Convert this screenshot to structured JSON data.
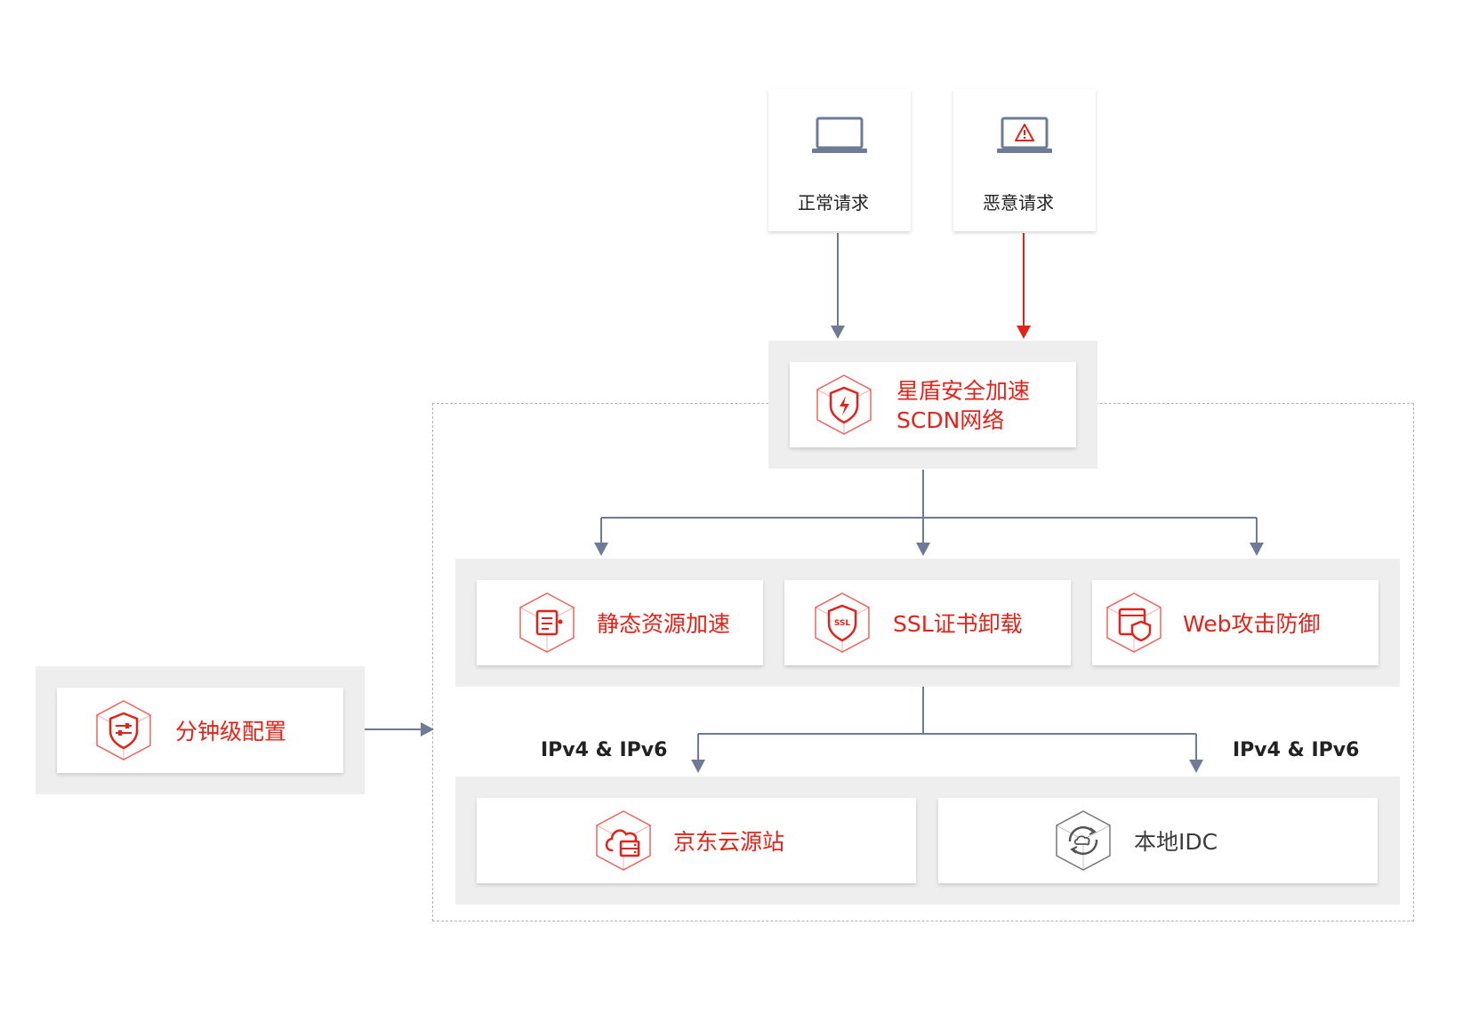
{
  "requests": {
    "normal": {
      "label": "正常请求",
      "icon": "laptop-icon"
    },
    "malicious": {
      "label": "恶意请求",
      "icon": "laptop-warning-icon"
    }
  },
  "scdn": {
    "line1": "星盾安全加速",
    "line2": "SCDN网络",
    "icon": "shield-bolt-icon"
  },
  "features": [
    {
      "label": "静态资源加速",
      "icon": "static-resource-icon"
    },
    {
      "label": "SSL证书卸载",
      "icon": "ssl-shield-icon"
    },
    {
      "label": "Web攻击防御",
      "icon": "web-shield-icon"
    }
  ],
  "config": {
    "label": "分钟级配置",
    "icon": "config-shield-icon"
  },
  "ip_labels": {
    "left": "IPv4 & IPv6",
    "right": "IPv4 & IPv6"
  },
  "origins": [
    {
      "label": "京东云源站",
      "icon": "cloud-server-icon"
    },
    {
      "label": "本地IDC",
      "icon": "cloud-sync-icon"
    }
  ],
  "colors": {
    "accent": "#e2231a",
    "arrow": "#6f7b96",
    "panel": "#eeeeef",
    "card": "#ffffff",
    "dashed_border": "#b4b4b4",
    "text_dark": "#222222",
    "text_gray": "#3c3c3c",
    "icon_gray": "#555555"
  }
}
